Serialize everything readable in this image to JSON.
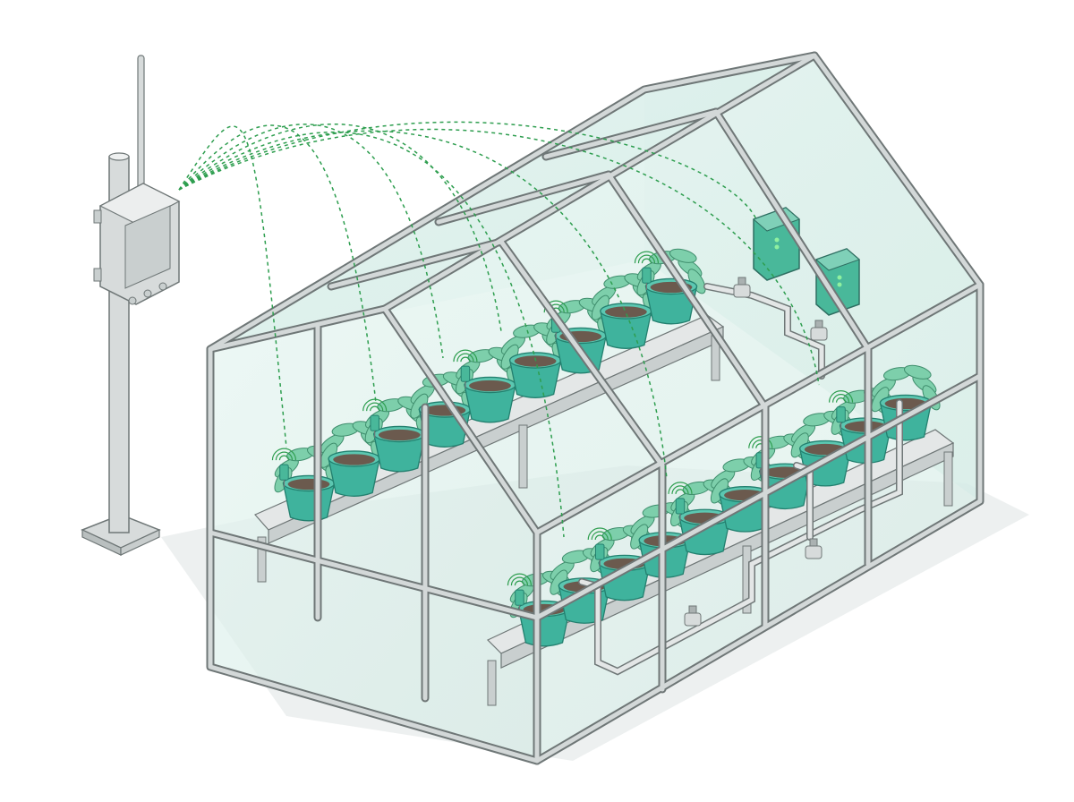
{
  "title": "",
  "colors": {
    "background": "#ffffff",
    "frame": "#c9cfcf",
    "frame_outline": "#6f7777",
    "glass": "#d8efe9",
    "pot": "#3fb39d",
    "pot_dark": "#23806f",
    "soil": "#6b5a4e",
    "leaf": "#7dcfab",
    "leaf_dark": "#3f8e6d",
    "signal": "#2e9e4f",
    "device": "#49b89a",
    "gateway": "#d7dbdb",
    "pipe": "#e3e6e6"
  },
  "icons": {
    "gateway": "lora-gateway-icon",
    "sensor": "soil-sensor-icon",
    "controller": "valve-controller-icon",
    "signal": "wifi-signal-icon",
    "valve": "valve-icon"
  },
  "counts": {
    "left_bench_pots": 9,
    "right_bench_pots": 10,
    "controllers": 2,
    "signal_arcs": 8
  }
}
